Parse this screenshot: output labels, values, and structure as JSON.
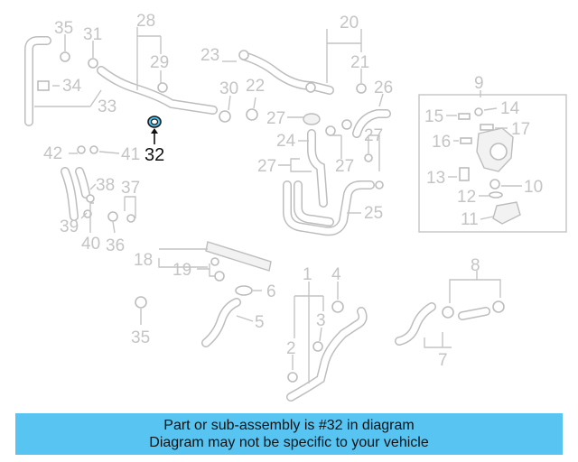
{
  "diagram": {
    "labels": {
      "l35a": "35",
      "l31": "31",
      "l28": "28",
      "l29": "29",
      "l34": "34",
      "l33": "33",
      "l32": "32",
      "l23": "23",
      "l20": "20",
      "l21": "21",
      "l30": "30",
      "l22": "22",
      "l26": "26",
      "l27a": "27",
      "l27b": "27",
      "l27c": "27",
      "l27d": "27",
      "l24": "24",
      "l25": "25",
      "l9": "9",
      "l14": "14",
      "l15": "15",
      "l17": "17",
      "l16": "16",
      "l13": "13",
      "l10": "10",
      "l12": "12",
      "l11": "11",
      "l42": "42",
      "l41": "41",
      "l38": "38",
      "l37": "37",
      "l39": "39",
      "l40": "40",
      "l36": "36",
      "l18": "18",
      "l19": "19",
      "l6": "6",
      "l5": "5",
      "l35b": "35",
      "l1": "1",
      "l4": "4",
      "l3": "3",
      "l2": "2",
      "l8": "8",
      "l7": "7"
    },
    "highlighted_part": "32",
    "highlight_color": "#57c4f2"
  },
  "banner": {
    "line1": "Part or sub-assembly is #32 in diagram",
    "line2": "Diagram may not be specific to your vehicle",
    "background": "#57c4f2"
  }
}
